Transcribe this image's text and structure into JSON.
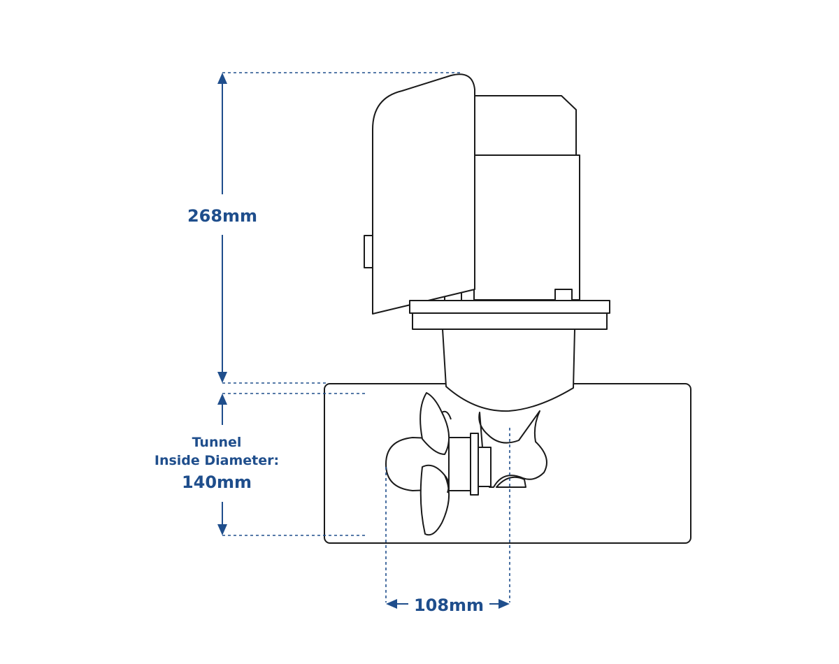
{
  "colors": {
    "dimension": "#1f4e8c",
    "outline": "#1a1a1a",
    "background": "#ffffff"
  },
  "dimensions": {
    "height_label": "268mm",
    "tunnel_label_line1": "Tunnel",
    "tunnel_label_line2": "Inside Diameter:",
    "tunnel_value": "140mm",
    "width_label": "108mm"
  }
}
